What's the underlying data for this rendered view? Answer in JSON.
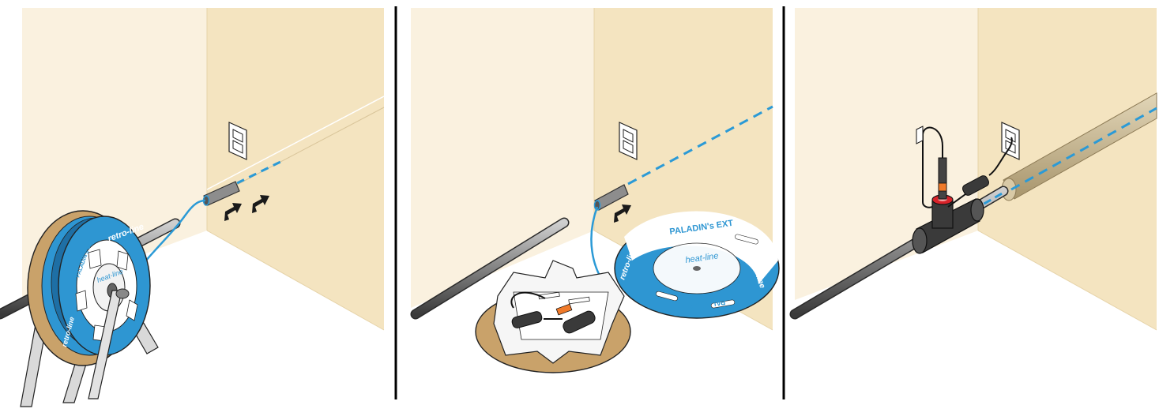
{
  "colors": {
    "wall_back": "#faf1df",
    "wall_side": "#f4e4c0",
    "divider": "#000000",
    "cable_blue": "#2b9ad6",
    "reel_blue": "#2e96d2",
    "kraft": "#c9a26a",
    "pipe_dark": "#3c3c3c",
    "pipe_light": "#9a9a9a",
    "arrow": "#1a1a1a",
    "tee_red": "#d8232a",
    "orange_label": "#f07a2a",
    "insulation": "#c8b68f"
  },
  "panels": [
    {
      "id": "panel-1",
      "reel_label": "retro-line",
      "reel_sub": "heat-line",
      "reel_brand": "PALADIN's EXT",
      "icons": [
        "reel-icon",
        "outlet-icon",
        "pipe-icon",
        "push-arrow-icon"
      ]
    },
    {
      "id": "panel-2",
      "disc_brand": "PALADIN's EXT",
      "disc_label": "retro-line",
      "disc_sub": "heat-line",
      "icons": [
        "box-icon",
        "disc-icon",
        "outlet-icon",
        "pipe-icon",
        "push-arrow-icon"
      ]
    },
    {
      "id": "panel-3",
      "icons": [
        "tee-fitting-icon",
        "insulation-icon",
        "outlet-icon",
        "pipe-icon"
      ]
    }
  ]
}
